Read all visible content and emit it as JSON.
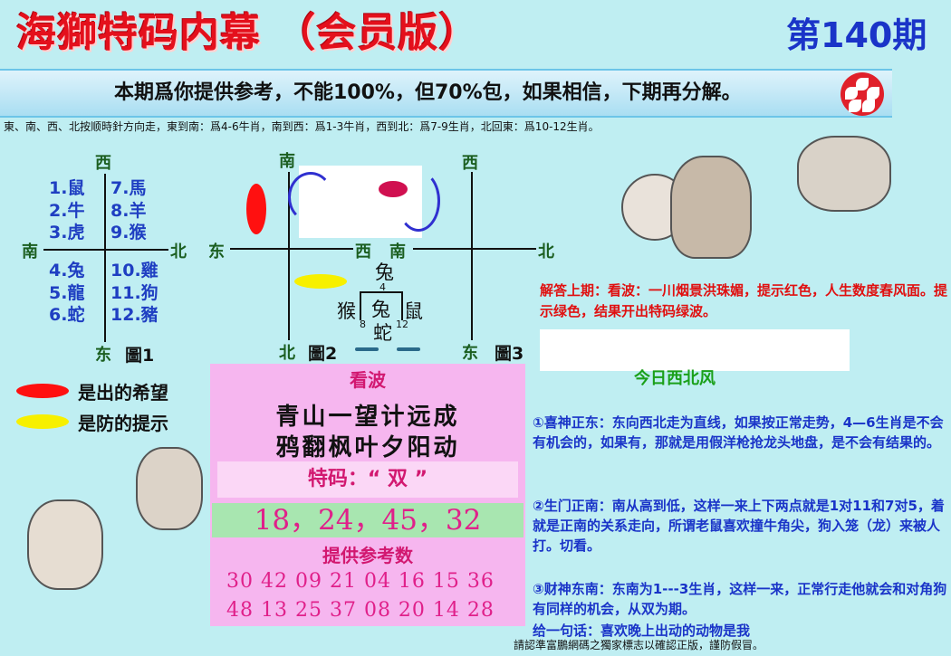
{
  "header": {
    "title": "海獅特码内幕 （会员版）",
    "issue": "第140期"
  },
  "banner": "本期爲你提供参考，不能100%，但70%包，如果相信，下期再分解。",
  "rule_text": "東、南、西、北按顺時針方向走，東到南：爲4-6牛肖，南到西：爲1-3牛肖，西到北：爲7-9生肖，北回東：爲10-12生肖。",
  "figure1": {
    "top": "西",
    "left": "南",
    "right": "北",
    "bottom": "东",
    "caption": "圖1",
    "items_left_top": [
      "1.鼠",
      "2.牛",
      "3.虎"
    ],
    "items_right_top": [
      "7.馬",
      "8.羊",
      "9.猴"
    ],
    "items_left_bottom": [
      "4.兔",
      "5.龍",
      "6.蛇"
    ],
    "items_right_bottom": [
      "10.雞",
      "11.狗",
      "12.豬"
    ]
  },
  "figure2": {
    "top": "南",
    "left": "东",
    "right": "西",
    "bottom": "北",
    "caption": "圖2",
    "center_top": "兔",
    "center_top_num": "4",
    "center_left": "猴",
    "center": "兔",
    "center_right": "鼠",
    "center_bottom": "蛇",
    "num_left": "8",
    "num_right": "12"
  },
  "figure3": {
    "top": "西",
    "left": "南",
    "right": "北",
    "bottom": "东",
    "caption": "圖3"
  },
  "legend": {
    "red": "是出的希望",
    "yellow": "是防的提示"
  },
  "kanbo": {
    "label": "看波",
    "line1": "青山一望计远成",
    "line2": "鸦翻枫叶夕阳动",
    "code_label": "特码：“ 双 ”",
    "numbers": "18，24，45，32",
    "ref_label": "提供参考数",
    "grid_row1": "30 42 09 21 04 16 15 36",
    "grid_row2": "48 13 25 37 08 20 14 28"
  },
  "answer": "解答上期：看波：一川烟景洪珠媚，提示红色，人生数度春风面。提示绿色，结果开出特码绿波。",
  "today_title": "今日西北风",
  "tips": {
    "tip1": "①喜神正东：东向西北走为直线，如果按正常走势，4—6生肖是不会有机会的，如果有，那就是用假洋枪抢龙头地盘，是不会有结果的。",
    "tip2": "②生门正南：南从高到低，这样一来上下两点就是1对11和7对5，着就是正南的关系走向，所谓老鼠喜欢撞牛角尖，狗入笼（龙）来被人打。切看。",
    "tip3": "③财神东南：东南为1---3生肖，这样一来，正常行走他就会和对角狗有同样的机会，从双为期。",
    "tip4": "给一句话：喜欢晚上出动的动物是我"
  },
  "footer": "請認準富鵬網碼之獨家標志以確認正版，謹防假冒。",
  "colors": {
    "title_red": "#e4101c",
    "issue_blue": "#1a34c8",
    "bg": "#bfeef2",
    "pink_panel": "#f6b6ef",
    "green_bar": "#a8e6b0"
  }
}
